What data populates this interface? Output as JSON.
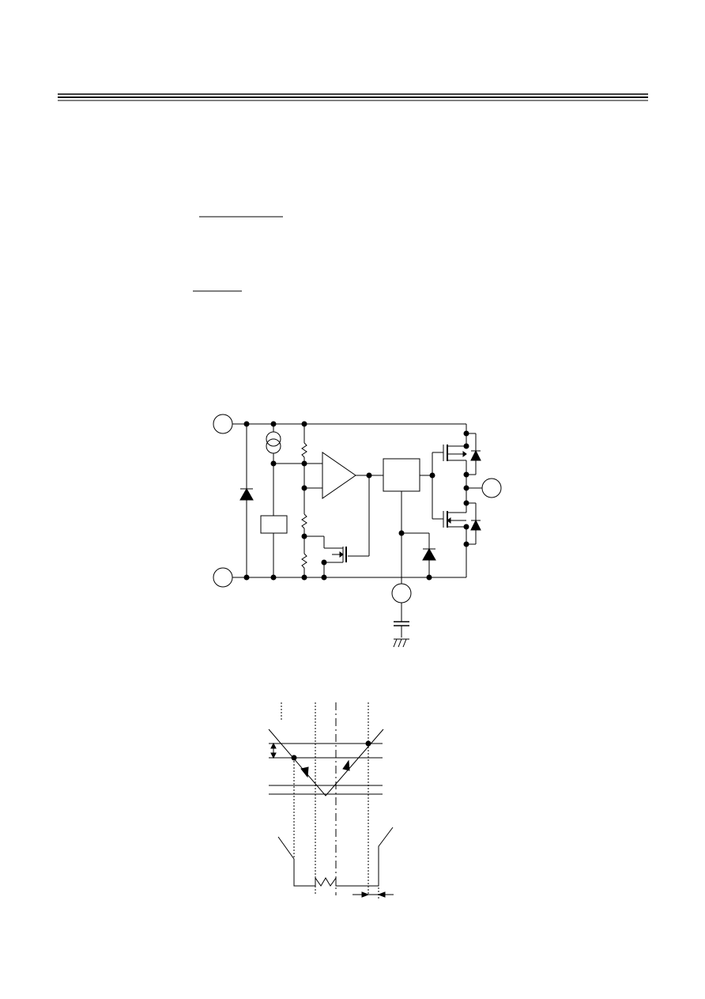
{
  "header": {
    "rule_count": 3
  },
  "text_underlines": {
    "count": 2
  },
  "circuit": {
    "terminal_count": 4,
    "components": [
      "current-source",
      "zener-diode",
      "resistor",
      "resistor",
      "resistor",
      "block",
      "comparator",
      "logic-block",
      "pmos",
      "nmos",
      "diode",
      "diode",
      "diode",
      "nmos-switch",
      "capacitor",
      "ground"
    ]
  },
  "waveform": {
    "markers": 5,
    "arrows": 2
  }
}
